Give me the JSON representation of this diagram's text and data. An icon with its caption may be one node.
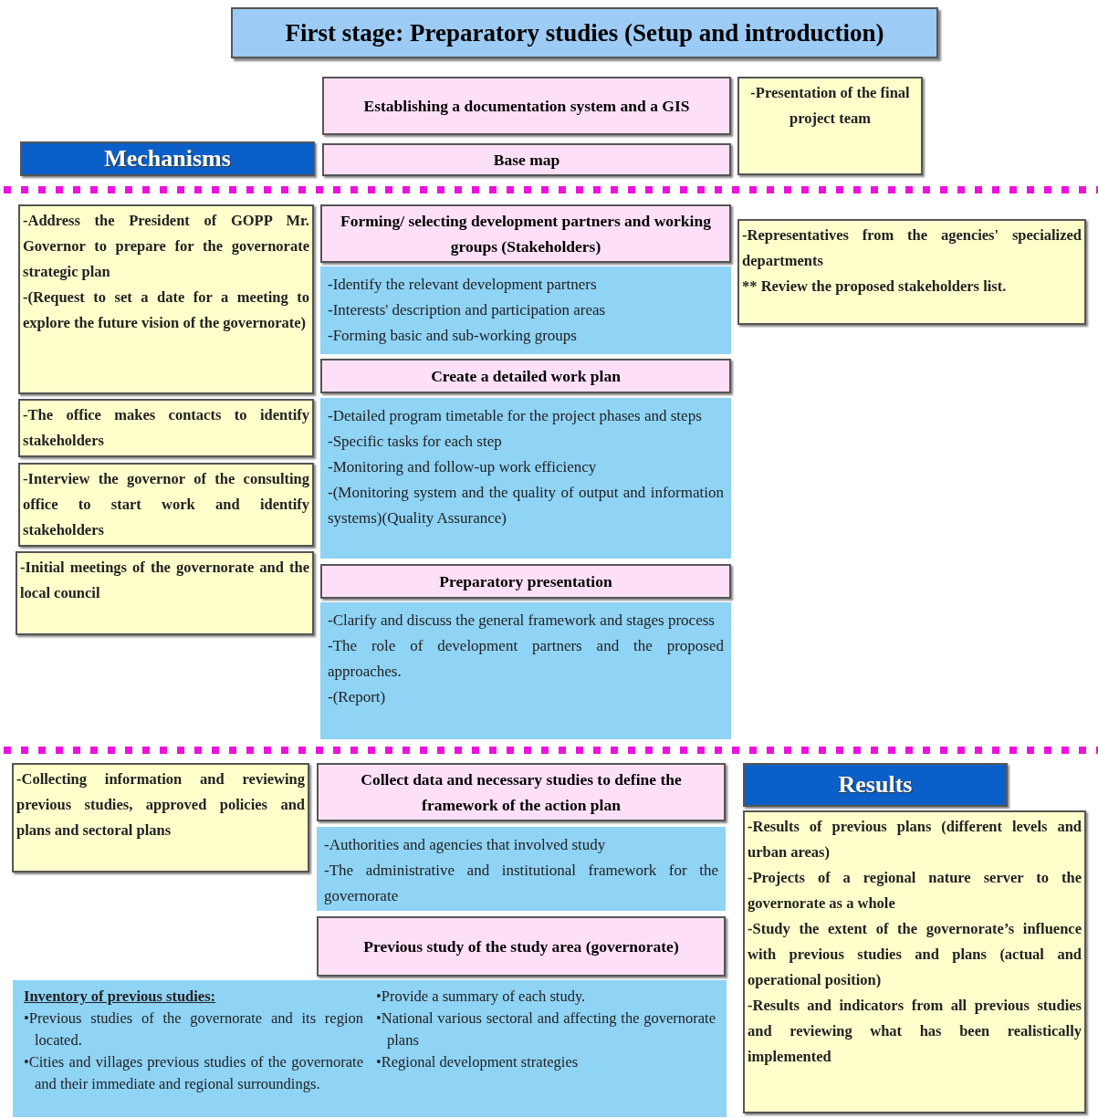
{
  "diagram": {
    "title": "First stage: Preparatory studies (Setup and introduction)",
    "nodes": [
      {
        "text": [
          "Establishing a documentation system and a GIS"
        ]
      },
      {
        "text": [
          "-Presentation of the final project team"
        ]
      },
      {
        "text": [
          "Mechanisms"
        ]
      },
      {
        "text": [
          "Base map"
        ]
      },
      {
        "text": [
          "-Address the President of GOPP Mr. Governor to prepare for the governorate strategic plan",
          "-(Request to set a date for a meeting to explore the future vision of the governorate)"
        ]
      },
      {
        "text": [
          "Forming/ selecting development partners and working groups (Stakeholders)"
        ]
      },
      {
        "text": [
          "-Representatives from the agencies' specialized departments",
          "** Review the proposed stakeholders list."
        ]
      },
      {
        "text": [
          "-Identify the relevant development partners",
          "-Interests' description and participation areas",
          "-Forming basic and sub-working groups"
        ]
      },
      {
        "text": [
          "Create a detailed work plan"
        ]
      },
      {
        "text": [
          "-The office makes contacts to identify stakeholders"
        ]
      },
      {
        "text": [
          "-Detailed program timetable for the project phases and steps",
          "-Specific tasks for each step",
          "-Monitoring and follow-up work efficiency",
          "-(Monitoring system and the quality of output and information systems)(Quality Assurance)"
        ]
      },
      {
        "text": [
          "-Interview the governor of the consulting office to start work and identify stakeholders"
        ]
      },
      {
        "text": [
          "-Initial meetings of the governorate and the local council"
        ]
      },
      {
        "text": [
          "Preparatory presentation"
        ]
      },
      {
        "text": [
          "-Clarify and discuss the general framework and stages process",
          "-The role of development partners and the proposed approaches.",
          "-(Report)"
        ]
      },
      {
        "text": [
          "-Collecting information and reviewing previous studies, approved policies and plans and sectoral plans"
        ]
      },
      {
        "text": [
          "Collect data and necessary studies to define the framework of the action plan"
        ]
      },
      {
        "text": [
          "Results"
        ]
      },
      {
        "text": [
          "-Authorities and agencies that involved study",
          "-The administrative and institutional framework for the governorate"
        ]
      },
      {
        "text": [
          "-Results of previous plans (different levels and urban areas)",
          "-Projects of a regional nature server to the governorate as a whole",
          "-Study the extent of the governorate’s influence with previous studies and plans (actual and operational position)",
          "-Results and indicators from all previous studies and reviewing what has been realistically implemented"
        ]
      },
      {
        "text": [
          "Previous study of the study area (governorate)"
        ]
      },
      {
        "text": [
          "Inventory of previous studies:",
          "•Previous studies of the governorate and its region located.",
          "•Cities and villages previous studies of the governorate and their immediate and regional surroundings.",
          "•Provide a summary of each study.",
          "•National various sectoral and affecting the governorate plans",
          "•Regional development strategies"
        ]
      }
    ]
  }
}
